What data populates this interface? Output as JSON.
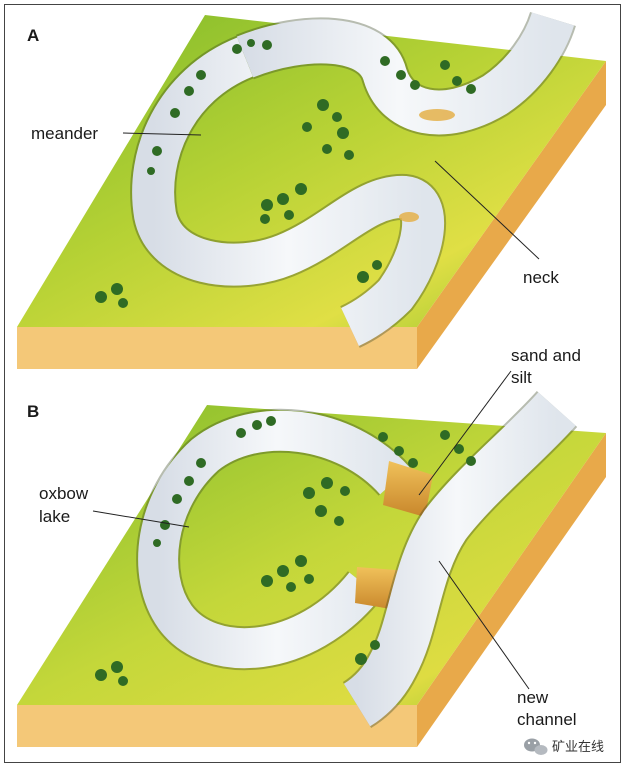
{
  "panels": {
    "a": {
      "letter": "A",
      "labels": {
        "meander": "meander",
        "neck": "neck"
      }
    },
    "b": {
      "letter": "B",
      "labels": {
        "oxbow_line1": "oxbow",
        "oxbow_line2": "lake",
        "sand_line1": "sand and",
        "sand_line2": "silt",
        "channel_line1": "new",
        "channel_line2": "channel"
      }
    }
  },
  "watermark": {
    "text": "矿业在线",
    "icon": "wechat-icon"
  },
  "colors": {
    "grass": "#8fc32a",
    "grass_light": "#c9dc3c",
    "block_side": "#f3c46e",
    "block_right": "#e9a947",
    "river": "#eef1f5",
    "sand": "#e2a640",
    "tree": "#2f6b24"
  }
}
